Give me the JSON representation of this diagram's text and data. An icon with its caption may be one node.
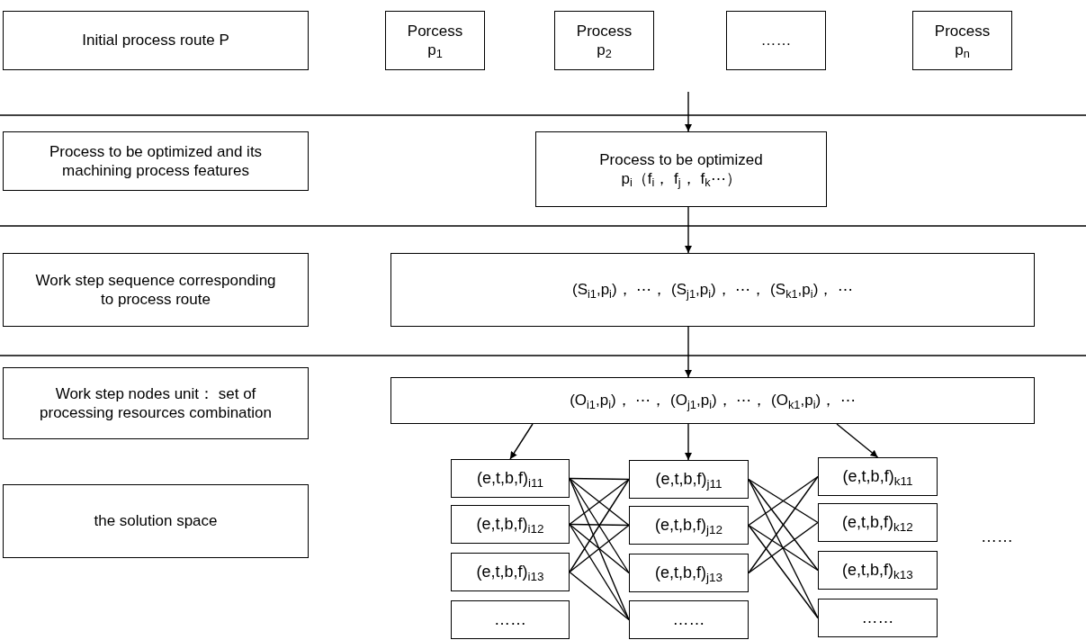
{
  "diagram": {
    "nodes": [
      {
        "text": [
          "Initial process route P"
        ]
      },
      {
        "text": [
          "Porcess p$_{1}$"
        ]
      },
      {
        "text": [
          "Process p$_{2}$"
        ]
      },
      {
        "text": [
          "……"
        ]
      },
      {
        "text": [
          "Process p$_{n}$"
        ]
      },
      {
        "text": [
          "Process to be optimized and its machining process features"
        ]
      },
      {
        "text": [
          "Process to be optimized",
          "p$_{i}$（f$_{i}$， f$_{j}$， f$_{k}$⋯）"
        ]
      },
      {
        "text": [
          "Work step sequence corresponding to process route"
        ]
      },
      {
        "text": [
          "(S$_{i1}$,p$_{i}$)， ⋯， (S$_{j1}$,p$_{i}$)， ⋯， (S$_{k1}$,p$_{i}$)， ⋯"
        ]
      },
      {
        "text": [
          "Work step nodes unit： set of processing resources combination"
        ]
      },
      {
        "text": [
          "(O$_{i1}$,p$_{i}$)， ⋯， (O$_{j1}$,p$_{i}$)， ⋯， (O$_{k1}$,p$_{i}$)， ⋯"
        ]
      },
      {
        "text": [
          "the solution space"
        ]
      },
      {
        "text": [
          "(e,t,b,f)$_{i11}$"
        ]
      },
      {
        "text": [
          "(e,t,b,f)$_{i12}$"
        ]
      },
      {
        "text": [
          "(e,t,b,f)$_{i13}$"
        ]
      },
      {
        "text": [
          "……"
        ]
      },
      {
        "text": [
          "(e,t,b,f)$_{j11}$"
        ]
      },
      {
        "text": [
          "(e,t,b,f)$_{j12}$"
        ]
      },
      {
        "text": [
          "(e,t,b,f)$_{j13}$"
        ]
      },
      {
        "text": [
          "……"
        ]
      },
      {
        "text": [
          "(e,t,b,f)$_{k11}$"
        ]
      },
      {
        "text": [
          "(e,t,b,f)$_{k12}$"
        ]
      },
      {
        "text": [
          "(e,t,b,f)$_{k13}$"
        ]
      },
      {
        "text": [
          "……"
        ]
      }
    ],
    "edges": [
      {
        "from": null,
        "to": 6,
        "arrow": "to"
      },
      {
        "from": 6,
        "to": 8,
        "arrow": "to"
      },
      {
        "from": 8,
        "to": 10,
        "arrow": "to"
      },
      {
        "from": 10,
        "to": 12,
        "arrow": "to"
      },
      {
        "from": 10,
        "to": 16,
        "arrow": "to"
      },
      {
        "from": 10,
        "to": 20,
        "arrow": "to"
      },
      {
        "from": 12,
        "to": 16,
        "arrow": "none"
      },
      {
        "from": 12,
        "to": 17,
        "arrow": "none"
      },
      {
        "from": 12,
        "to": 18,
        "arrow": "none"
      },
      {
        "from": 12,
        "to": 19,
        "arrow": "none"
      },
      {
        "from": 13,
        "to": 16,
        "arrow": "none"
      },
      {
        "from": 13,
        "to": 17,
        "arrow": "none"
      },
      {
        "from": 13,
        "to": 18,
        "arrow": "none"
      },
      {
        "from": 13,
        "to": 19,
        "arrow": "none"
      },
      {
        "from": 14,
        "to": 16,
        "arrow": "none"
      },
      {
        "from": 14,
        "to": 17,
        "arrow": "none"
      },
      {
        "from": 14,
        "to": 19,
        "arrow": "none"
      },
      {
        "from": 16,
        "to": 21,
        "arrow": "none"
      },
      {
        "from": 16,
        "to": 22,
        "arrow": "none"
      },
      {
        "from": 16,
        "to": 23,
        "arrow": "none"
      },
      {
        "from": 17,
        "to": 20,
        "arrow": "none"
      },
      {
        "from": 17,
        "to": 22,
        "arrow": "none"
      },
      {
        "from": 17,
        "to": 23,
        "arrow": "none"
      },
      {
        "from": 18,
        "to": 20,
        "arrow": "none"
      },
      {
        "from": 18,
        "to": 21,
        "arrow": "none"
      }
    ],
    "labels": [
      "……"
    ]
  }
}
